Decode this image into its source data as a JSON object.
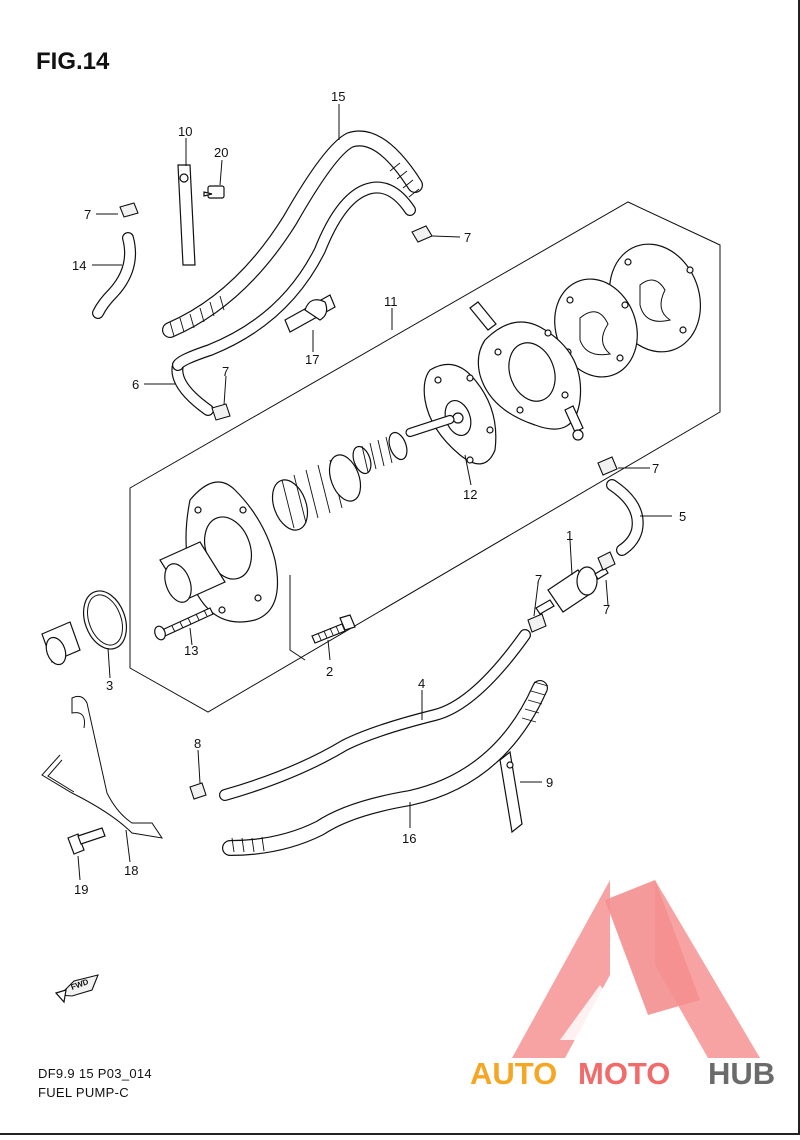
{
  "figure": {
    "title": "FIG.14",
    "caption_model": "DF9.9 15 P03_014",
    "caption_name": "FUEL PUMP-C",
    "fwd_label": "FWD"
  },
  "callouts": [
    "1",
    "2",
    "3",
    "4",
    "5",
    "6",
    "7",
    "7",
    "7",
    "7",
    "7",
    "7",
    "8",
    "9",
    "10",
    "11",
    "12",
    "13",
    "14",
    "15",
    "16",
    "17",
    "18",
    "19",
    "20"
  ],
  "watermark": {
    "part1": "AUTO",
    "part2": "MOTO",
    "part3": "HUB",
    "color_orange": "#f5a623",
    "color_red": "#f26b6b",
    "color_gray": "#6b6b6b"
  }
}
